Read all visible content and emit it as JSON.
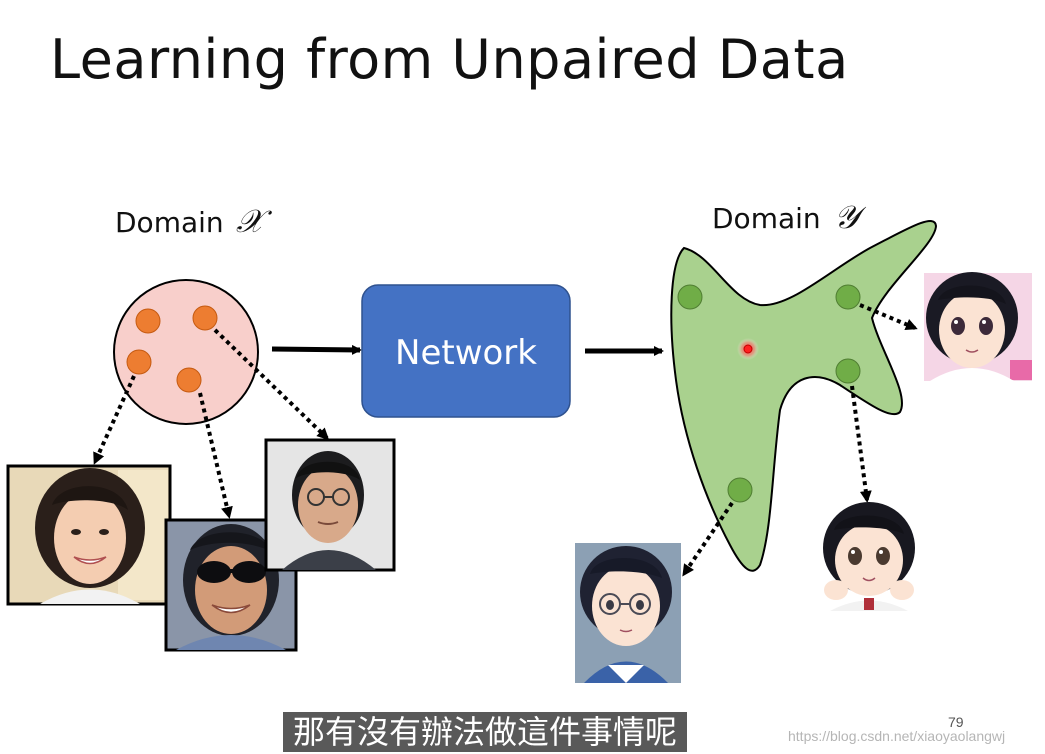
{
  "slide": {
    "title": "Learning from Unpaired Data",
    "page_number": "79"
  },
  "diagram": {
    "domain_x": {
      "label": "Domain",
      "symbol": "𝒳"
    },
    "domain_y": {
      "label": "Domain",
      "symbol": "𝒴"
    },
    "network": {
      "label": "Network"
    }
  },
  "subtitle": {
    "text": "那有沒有辦法做這件事情呢"
  },
  "watermark": {
    "text": "https://blog.csdn.net/xiaoyaolangwj"
  },
  "colors": {
    "network_box": "#4472C4",
    "domain_x_fill": "#F8CFCB",
    "domain_x_dot": "#ED7D31",
    "domain_y_fill": "#A9D18E",
    "domain_y_dot": "#70AD47"
  }
}
